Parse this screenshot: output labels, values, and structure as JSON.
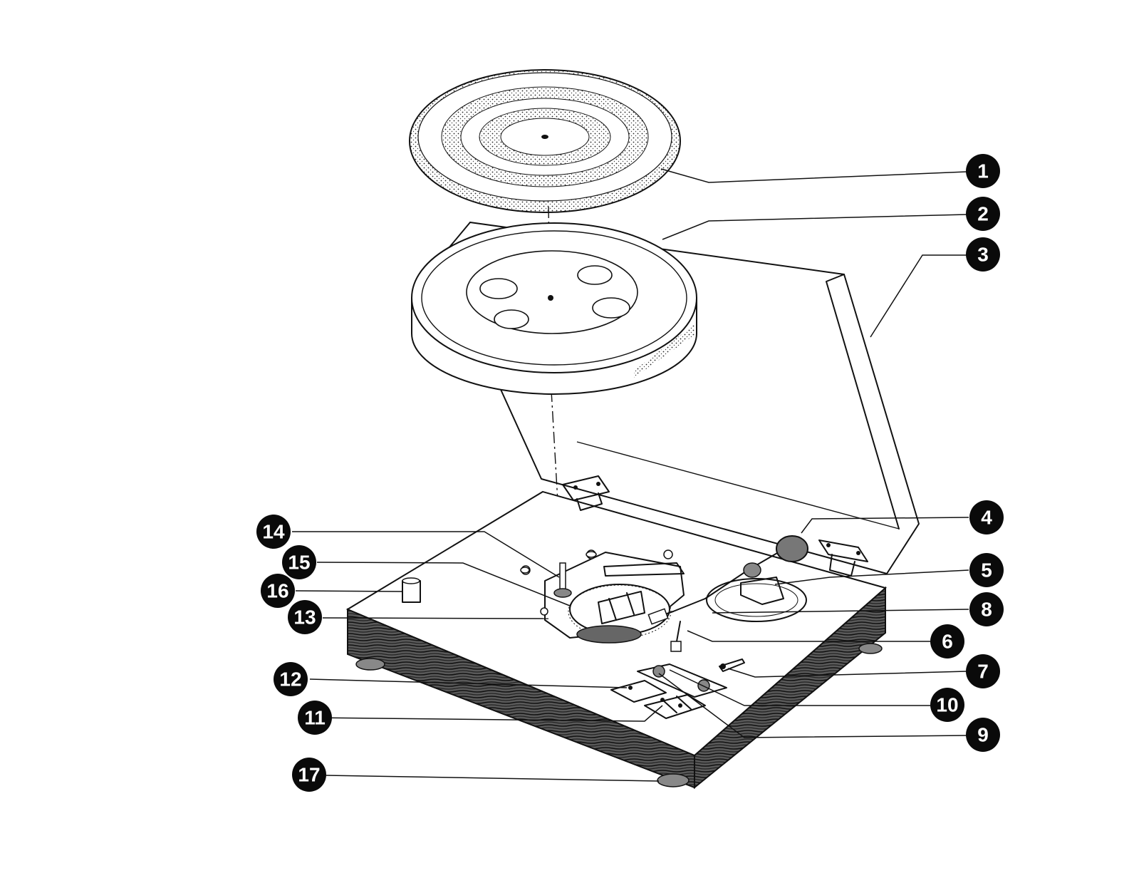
{
  "diagram": {
    "type": "exploded-view",
    "subject": "turntable",
    "ink_color": "#0a0a0a",
    "paper_color": "#ffffff"
  },
  "callouts": [
    {
      "label": "1"
    },
    {
      "label": "2"
    },
    {
      "label": "3"
    },
    {
      "label": "4"
    },
    {
      "label": "5"
    },
    {
      "label": "6"
    },
    {
      "label": "7"
    },
    {
      "label": "8"
    },
    {
      "label": "9"
    },
    {
      "label": "10"
    },
    {
      "label": "11"
    },
    {
      "label": "12"
    },
    {
      "label": "13"
    },
    {
      "label": "14"
    },
    {
      "label": "15"
    },
    {
      "label": "16"
    },
    {
      "label": "17"
    }
  ]
}
